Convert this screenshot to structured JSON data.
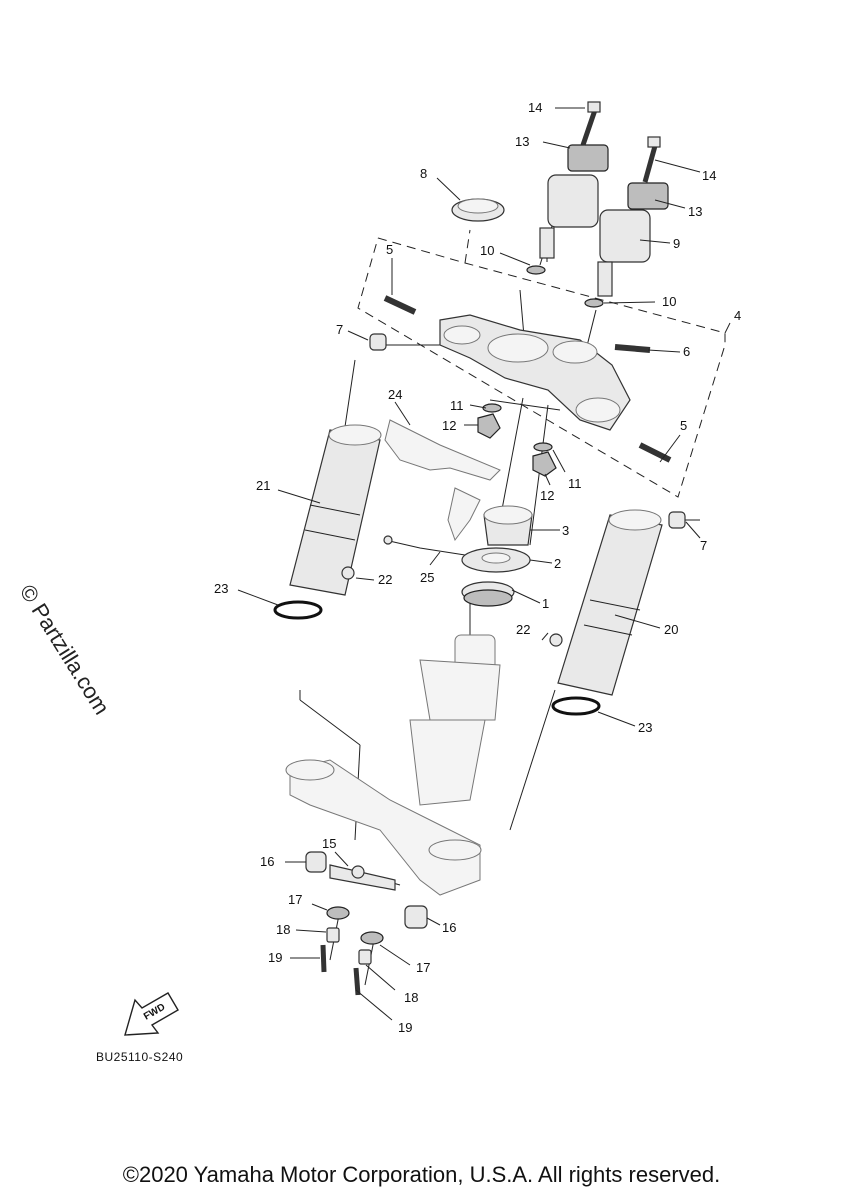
{
  "diagram": {
    "code": "BU25110-S240",
    "watermark": "© Partzilla.com",
    "copyright": "©2020 Yamaha Motor Corporation, U.S.A. All rights reserved.",
    "fwd_label": "FWD"
  },
  "callouts": [
    {
      "id": "c1",
      "text": "1"
    },
    {
      "id": "c2",
      "text": "2"
    },
    {
      "id": "c3",
      "text": "3"
    },
    {
      "id": "c4",
      "text": "4"
    },
    {
      "id": "c5a",
      "text": "5"
    },
    {
      "id": "c5b",
      "text": "5"
    },
    {
      "id": "c6",
      "text": "6"
    },
    {
      "id": "c7a",
      "text": "7"
    },
    {
      "id": "c7b",
      "text": "7"
    },
    {
      "id": "c8",
      "text": "8"
    },
    {
      "id": "c9",
      "text": "9"
    },
    {
      "id": "c10a",
      "text": "10"
    },
    {
      "id": "c10b",
      "text": "10"
    },
    {
      "id": "c11a",
      "text": "11"
    },
    {
      "id": "c11b",
      "text": "11"
    },
    {
      "id": "c12a",
      "text": "12"
    },
    {
      "id": "c12b",
      "text": "12"
    },
    {
      "id": "c13a",
      "text": "13"
    },
    {
      "id": "c13b",
      "text": "13"
    },
    {
      "id": "c14a",
      "text": "14"
    },
    {
      "id": "c14b",
      "text": "14"
    },
    {
      "id": "c15",
      "text": "15"
    },
    {
      "id": "c16a",
      "text": "16"
    },
    {
      "id": "c16b",
      "text": "16"
    },
    {
      "id": "c17a",
      "text": "17"
    },
    {
      "id": "c17b",
      "text": "17"
    },
    {
      "id": "c18a",
      "text": "18"
    },
    {
      "id": "c18b",
      "text": "18"
    },
    {
      "id": "c19a",
      "text": "19"
    },
    {
      "id": "c19b",
      "text": "19"
    },
    {
      "id": "c20",
      "text": "20"
    },
    {
      "id": "c21",
      "text": "21"
    },
    {
      "id": "c22a",
      "text": "22"
    },
    {
      "id": "c22b",
      "text": "22"
    },
    {
      "id": "c23a",
      "text": "23"
    },
    {
      "id": "c23b",
      "text": "23"
    },
    {
      "id": "c24",
      "text": "24"
    },
    {
      "id": "c25",
      "text": "25"
    }
  ]
}
